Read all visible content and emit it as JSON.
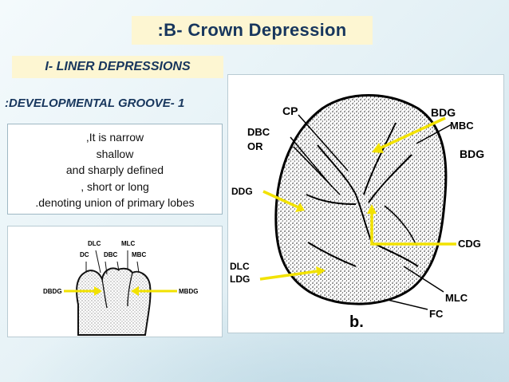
{
  "title": ":B- Crown Depression",
  "subtitle": "I- LINER DEPRESSIONS",
  "groove_heading": ":DEVELOPMENTAL GROOVE- 1",
  "description_lines": [
    ",It is narrow",
    "shallow",
    "and sharply defined",
    ", short or long",
    ".denoting union of primary lobes"
  ],
  "left_figure": {
    "labels": {
      "dlc": "DLC",
      "mlc": "MLC",
      "dc": "DC",
      "dbc": "DBC",
      "mbc": "MBC",
      "dbdg": "DBDG",
      "mbdg": "MBDG"
    }
  },
  "right_figure": {
    "labels": {
      "cp": "CP",
      "bdg_top": "BDG",
      "mbc": "MBC",
      "bdg_right": "BDG",
      "dbc": "DBC",
      "or": "OR",
      "ddg": "DDG",
      "cdg": "CDG",
      "dlc": "DLC",
      "ldg": "LDG",
      "mlc": "MLC",
      "fc": "FC",
      "caption": "b."
    }
  },
  "colors": {
    "title_bg": "#fdf6d2",
    "title_text": "#17365d",
    "arrow": "#f2e200"
  }
}
